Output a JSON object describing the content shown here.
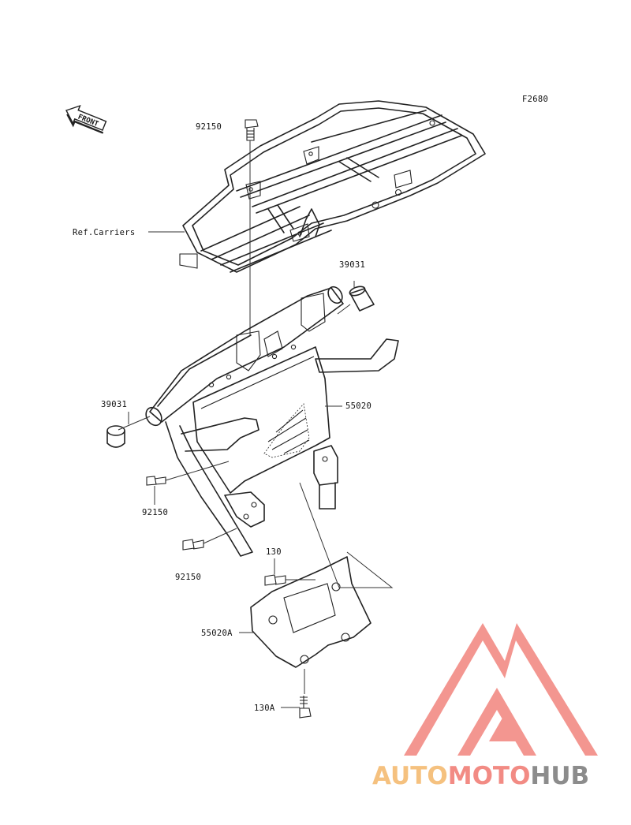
{
  "diagram": {
    "figure_code": "F2680",
    "front_label": "FRONT",
    "callouts": [
      {
        "id": "c1",
        "text": "92150"
      },
      {
        "id": "c2",
        "text": "Ref.Carriers"
      },
      {
        "id": "c3",
        "text": "39031"
      },
      {
        "id": "c4",
        "text": "39031"
      },
      {
        "id": "c5",
        "text": "55020"
      },
      {
        "id": "c6",
        "text": "92150"
      },
      {
        "id": "c7",
        "text": "92150"
      },
      {
        "id": "c8",
        "text": "130"
      },
      {
        "id": "c9",
        "text": "55020A"
      },
      {
        "id": "c10",
        "text": "130A"
      }
    ]
  },
  "watermark": {
    "part1": "AUTO",
    "part2": "MOTO",
    "part3": "HUB",
    "colors": {
      "auto": "#f5c17f",
      "moto": "#f28b84",
      "hub": "#8c8c8c",
      "logo": "#f28b84"
    }
  }
}
